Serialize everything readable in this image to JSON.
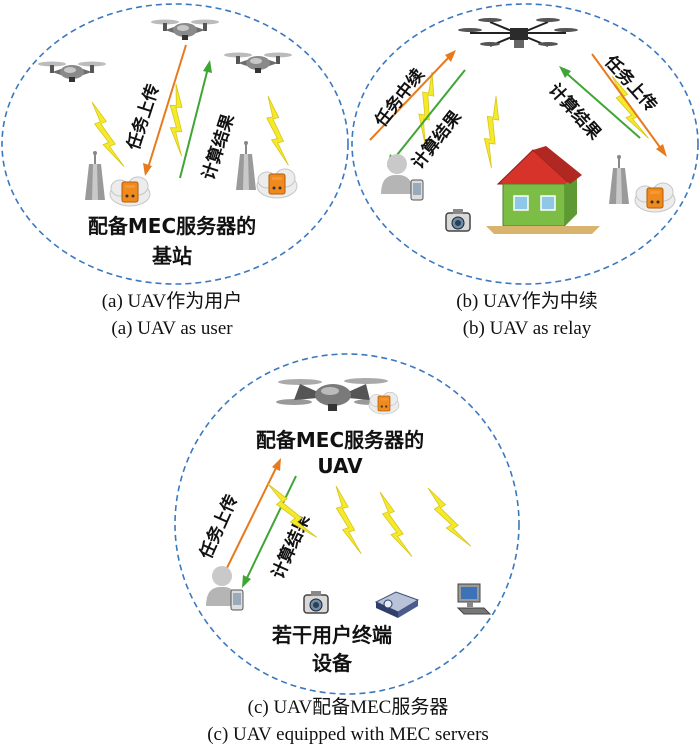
{
  "panel_a": {
    "up_label": "任务上传",
    "down_label": "计算结果",
    "bs_label_line1": "配备MEC服务器的",
    "bs_label_line2": "基站",
    "caption_zh": "(a) UAV作为用户",
    "caption_en": "(a) UAV as user"
  },
  "panel_b": {
    "left_up_label": "任务中续",
    "left_down_label": "计算结果",
    "right_down_label": "计算结果",
    "right_up_label": "任务上传",
    "caption_zh": "(b) UAV作为中续",
    "caption_en": "(b) UAV as relay"
  },
  "panel_c": {
    "uav_label_line1": "配备MEC服务器的",
    "uav_label_line2": "UAV",
    "up_label": "任务上传",
    "down_label": "计算结果",
    "users_label_line1": "若干用户终端",
    "users_label_line2": "设备",
    "caption_zh": "(c) UAV配备MEC服务器",
    "caption_en": "(c) UAV equipped with MEC servers"
  },
  "colors": {
    "circle": "#3a78c0",
    "uplink": "#e87a1e",
    "downlink": "#3fa535",
    "lightning": "#f4ea2a",
    "server": "#f08a1c"
  }
}
